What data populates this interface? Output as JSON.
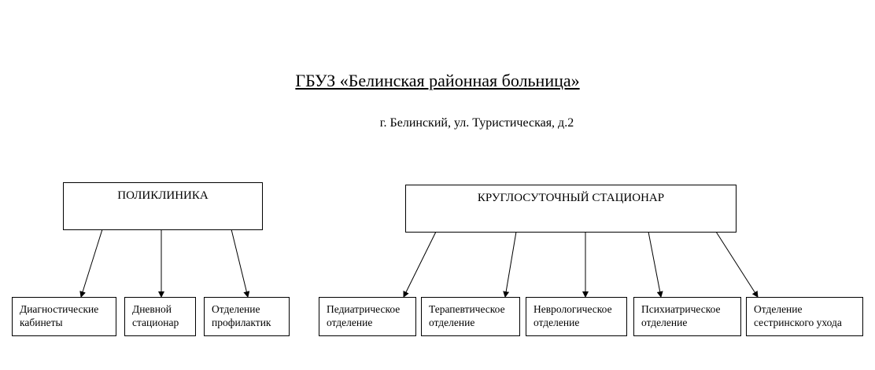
{
  "header": {
    "title": "ГБУЗ «Белинская районная больница»",
    "address": "г. Белинский, ул. Туристическая, д.2"
  },
  "units": [
    {
      "label": "ПОЛИКЛИНИКА",
      "children": [
        {
          "line1": "Диагностические",
          "line2": "кабинеты"
        },
        {
          "line1": "Дневной",
          "line2": "стационар"
        },
        {
          "line1": "Отделение",
          "line2": "профилактик"
        }
      ]
    },
    {
      "label": "КРУГЛОСУТОЧНЫЙ СТАЦИОНАР",
      "children": [
        {
          "line1": "Педиатрическое",
          "line2": "отделение"
        },
        {
          "line1": "Терапевтическое",
          "line2": "отделение"
        },
        {
          "line1": "Неврологическое",
          "line2": "отделение"
        },
        {
          "line1": "Психиатрическое",
          "line2": "отделение"
        },
        {
          "line1": "Отделение",
          "line2": "сестринского ухода"
        }
      ]
    }
  ]
}
